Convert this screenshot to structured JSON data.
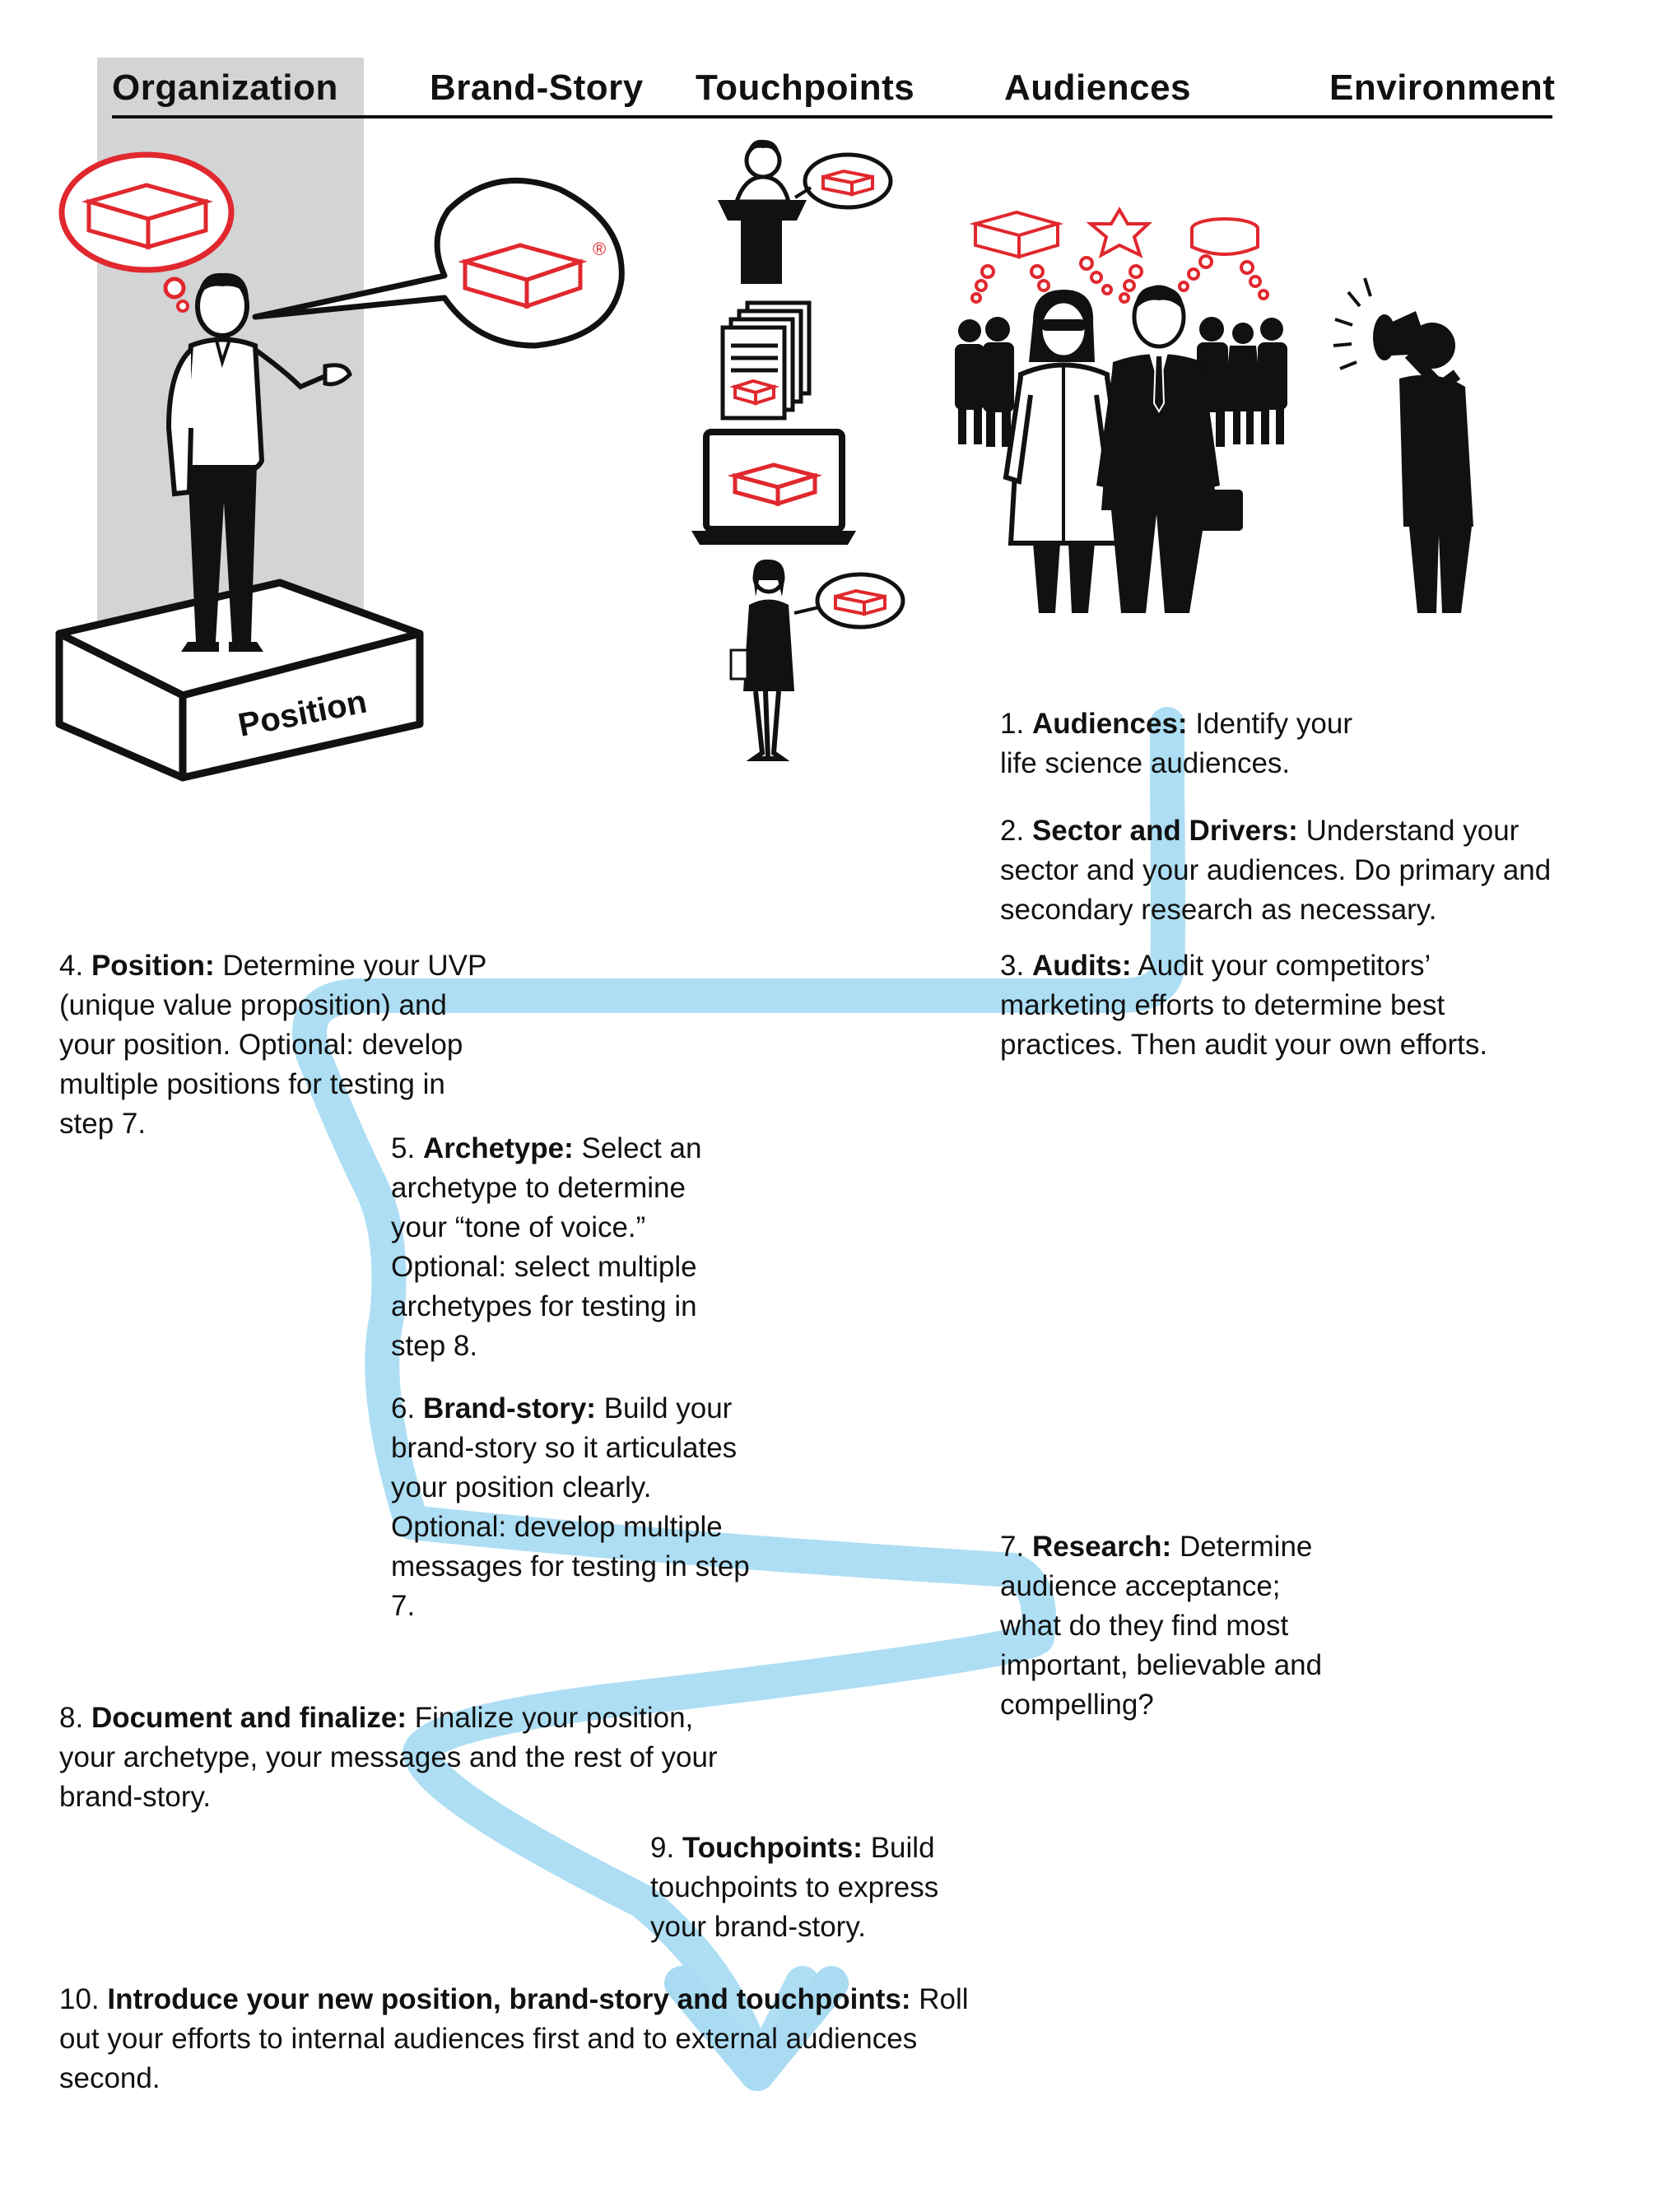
{
  "columns": [
    "Organization",
    "Brand-Story",
    "Touchpoints",
    "Audiences",
    "Environment"
  ],
  "position_label": "Position",
  "steps": [
    {
      "num": "1.",
      "title": "Audiences:",
      "text": "Identify your life science audiences."
    },
    {
      "num": "2.",
      "title": "Sector and Drivers:",
      "text": "Understand your sector and your audiences. Do primary and secondary research as necessary."
    },
    {
      "num": "3.",
      "title": "Audits:",
      "text": "Audit your competitors’ marketing efforts to determine best practices. Then audit your own efforts."
    },
    {
      "num": "4.",
      "title": "Position:",
      "text": "Determine your UVP (unique value proposition) and your position. Optional: develop multiple positions for testing in step 7."
    },
    {
      "num": "5.",
      "title": "Archetype:",
      "text": "Select an archetype to determine your “tone of voice.” Optional: select multiple archetypes for testing in step 8."
    },
    {
      "num": "6.",
      "title": "Brand-story:",
      "text": "Build your brand-story so it articulates your position clearly. Optional: develop multiple messages for testing in step 7."
    },
    {
      "num": "7.",
      "title": "Research:",
      "text": "Determine audience acceptance; what do they find most important, believable and compelling?"
    },
    {
      "num": "8.",
      "title": "Document and finalize:",
      "text": "Finalize your position, your archetype, your messages and the rest of your brand-story."
    },
    {
      "num": "9.",
      "title": "Touchpoints:",
      "text": "Build touchpoints to express your brand-story."
    },
    {
      "num": "10.",
      "title": "Introduce your new position, brand-story and touchpoints:",
      "text": "Roll out your efforts to internal audiences first and to external audiences second."
    }
  ],
  "colors": {
    "path": "#a9dcf3",
    "accent_red": "#e0282e",
    "column_shade": "#d3d4d6",
    "ink": "#111111"
  },
  "icons": [
    "person-icon",
    "thought-bubble-icon",
    "speech-bubble-icon",
    "product-box-icon",
    "podium-icon",
    "documents-icon",
    "laptop-icon",
    "businesswoman-icon",
    "scientist-icon",
    "businessman-icon",
    "crowd-icon",
    "megaphone-person-icon",
    "pedestal-icon"
  ]
}
